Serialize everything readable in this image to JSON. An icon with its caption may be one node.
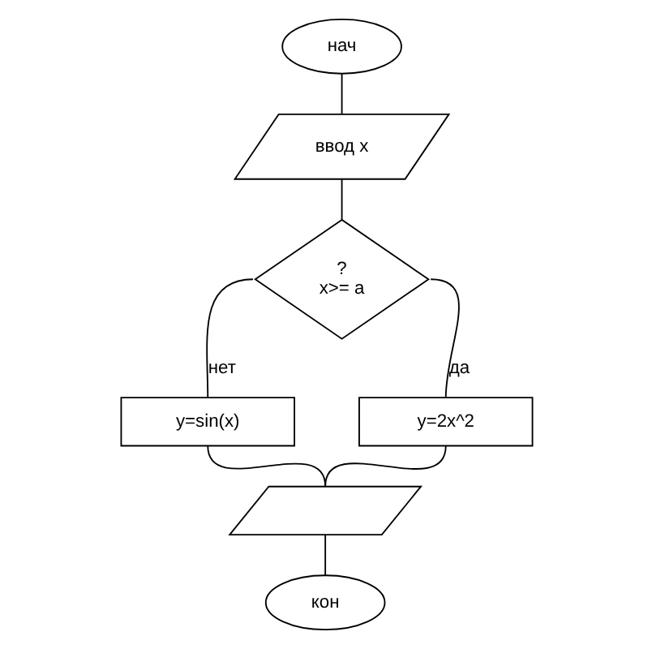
{
  "diagram": {
    "nodes": [
      {
        "text": [
          "нач"
        ]
      },
      {
        "text": [
          "ввод x"
        ]
      },
      {
        "text": [
          "?",
          "x>= a"
        ]
      },
      {
        "text": [
          "y=sin(x)"
        ]
      },
      {
        "text": [
          "y=2x^2"
        ]
      },
      {
        "text": [],
        "shape": "parallelogram"
      },
      {
        "text": [
          "кон"
        ]
      }
    ],
    "edges": [
      {
        "from": 0,
        "to": 1,
        "arrow": "none"
      },
      {
        "from": 1,
        "to": 2,
        "arrow": "none"
      },
      {
        "from": 2,
        "to": 3,
        "arrow": "none",
        "label": "нет"
      },
      {
        "from": 2,
        "to": 4,
        "arrow": "none",
        "label": "да"
      },
      {
        "from": 3,
        "to": 5,
        "arrow": "none"
      },
      {
        "from": 4,
        "to": 5,
        "arrow": "none"
      },
      {
        "from": 5,
        "to": 6,
        "arrow": "none"
      }
    ]
  }
}
